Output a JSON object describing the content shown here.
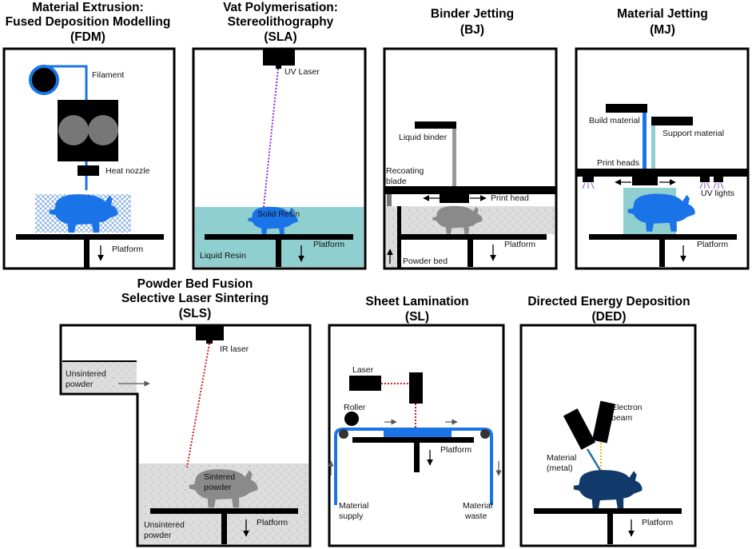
{
  "colors": {
    "filament_blue": "#1a74e8",
    "resin_teal": "#8fcfcf",
    "powder_grey": "#d9d9d9",
    "part_grey": "#8a8a8a",
    "metal_navy": "#113a6b",
    "sla_laser": "#8a2be2",
    "ir_laser": "#cc1f1f",
    "electron_beam": "#e0c000",
    "uv_light": "#9b6bd6"
  },
  "panels": {
    "fdm": {
      "title": [
        "Material Extrusion:",
        "Fused Deposition Modelling",
        "(FDM)"
      ],
      "labels": {
        "filament": "Filament",
        "nozzle": "Heat nozzle",
        "platform": "Platform"
      }
    },
    "sla": {
      "title": [
        "Vat Polymerisation:",
        "Stereolithography",
        "(SLA)"
      ],
      "labels": {
        "laser": "UV Laser",
        "solid": "Solid Resin",
        "platform": "Platform",
        "liquid": "Liquid Resin"
      }
    },
    "bj": {
      "title": [
        "Binder Jetting",
        "(BJ)"
      ],
      "labels": {
        "binder": "Liquid binder",
        "blade": [
          "Recoating",
          "blade"
        ],
        "head": "Print head",
        "platform": "Platform",
        "bed": "Powder bed"
      }
    },
    "mj": {
      "title": [
        "Material Jetting",
        "(MJ)"
      ],
      "labels": {
        "build": "Build material",
        "support": "Support material",
        "heads": "Print heads",
        "uv": "UV lights",
        "platform": "Platform"
      }
    },
    "sls": {
      "title": [
        "Powder Bed Fusion",
        "Selective Laser Sintering",
        "(SLS)"
      ],
      "labels": {
        "unsintered_top": [
          "Unsintered",
          "powder"
        ],
        "laser": "IR laser",
        "sintered": [
          "Sintered",
          "powder"
        ],
        "platform": "Platform",
        "unsintered_bottom": [
          "Unsintered",
          "powder"
        ]
      }
    },
    "sl": {
      "title": [
        "Sheet Lamination",
        "(SL)"
      ],
      "labels": {
        "laser": "Laser",
        "roller": "Roller",
        "platform": "Platform",
        "supply": [
          "Material",
          "supply"
        ],
        "waste": [
          "Material",
          "waste"
        ]
      }
    },
    "ded": {
      "title": [
        "Directed Energy Deposition",
        "(DED)"
      ],
      "labels": {
        "beam": [
          "Electron",
          "beam"
        ],
        "material": [
          "Material",
          "(metal)"
        ],
        "platform": "Platform"
      }
    }
  }
}
